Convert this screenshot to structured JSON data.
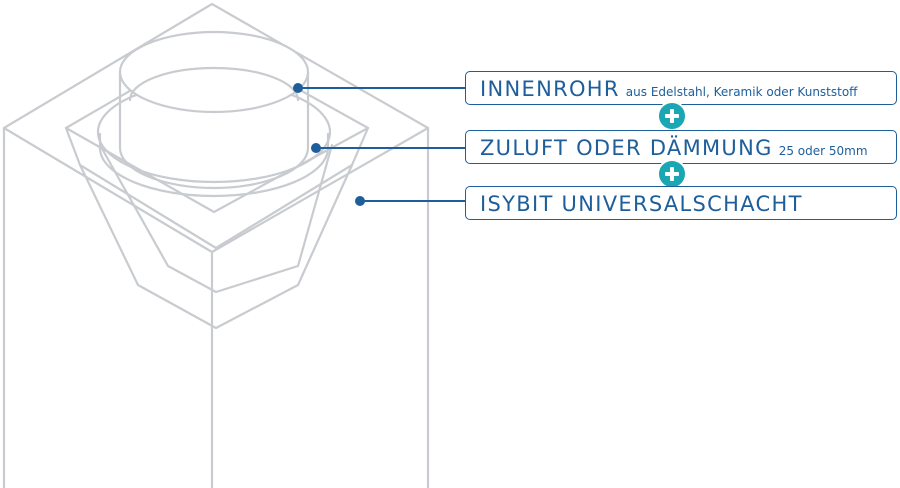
{
  "labels": [
    {
      "title": "INNENROHR",
      "detail": "aus Edelstahl, Keramik oder Kunststoff"
    },
    {
      "title": "ZULUFT ODER DÄMMUNG",
      "detail": "25 oder 50mm"
    },
    {
      "title": "ISYBIT UNIVERSALSCHACHT",
      "detail": ""
    }
  ],
  "colors": {
    "accent": "#1d5e9b",
    "plus": "#1aa6b3",
    "outline": "#c8cbcf"
  },
  "icons": [
    "plus-icon",
    "plus-icon"
  ]
}
